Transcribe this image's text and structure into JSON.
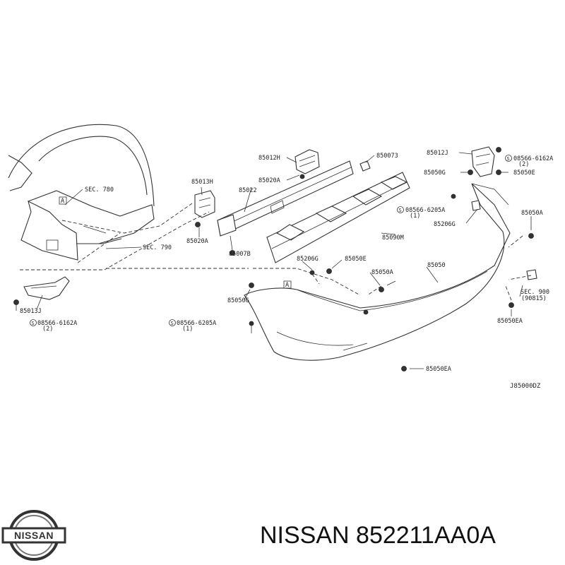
{
  "brand_logo_text": "NISSAN",
  "caption": "NISSAN 852211AA0A",
  "diagram_code": "J85000DZ",
  "callouts": {
    "sec780": "SEC. 780",
    "sec790": "SEC. 790",
    "sec900": "SEC. 900",
    "sec900_sub": "(90815)",
    "p85013J": "85013J",
    "p08566_6162A_left": "08566-6162A",
    "qty2_left": "(2)",
    "p85013H": "85013H",
    "p85020A_left": "85020A",
    "p85012H": "85012H",
    "p85020A_top": "85020A",
    "p85022": "85022",
    "p85007B": "85007B",
    "p850073": "850073",
    "p85090M": "85090M",
    "p08566_6205A_mid": "08566-6205A",
    "qty1_mid": "(1)",
    "p85012J": "85012J",
    "p08566_6162A_right": "08566-6162A",
    "qty2_right": "(2)",
    "p85050G_right": "85050G",
    "p85050E_right": "85050E",
    "p85206G_right": "85206G",
    "p85050A_right": "85050A",
    "p85206G_mid": "85206G",
    "p85050E_mid": "85050E",
    "p85050A_mid": "85050A",
    "p85050": "85050",
    "p85050G_left": "85050G",
    "p08566_6205A_low": "08566-6205A",
    "qty1_low": "(1)",
    "p85050EA_right": "85050EA",
    "p85050EA_low": "85050EA",
    "marker_a": "A"
  }
}
